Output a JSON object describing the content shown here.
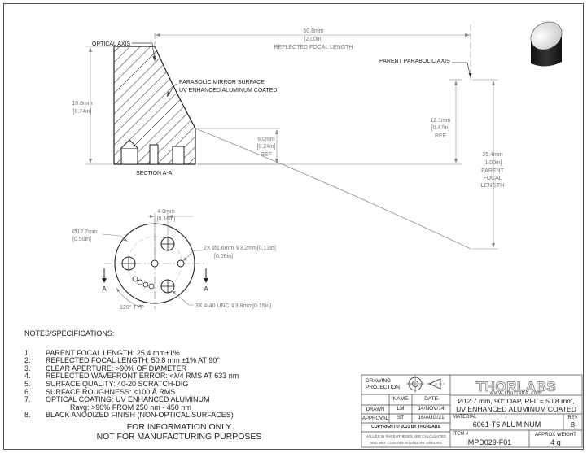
{
  "section_view": {
    "optical_axis_label": "OPTICAL AXIS",
    "mirror_label_line1": "PARABOLIC MIRROR SURFACE",
    "mirror_label_line2": "UV ENHANCED ALUMINUM COATED",
    "height_mm": "18.8mm",
    "height_in": "[0.74in]",
    "ref_mm": "6.0mm",
    "ref_in": "[0.24in]",
    "ref_tag": "REF",
    "section_label": "SECTION A-A"
  },
  "focal_dims": {
    "reflected_mm": "50.8mm",
    "reflected_in": "[2.00in]",
    "reflected_label": "REFLECTED FOCAL LENGTH",
    "parent_axis_label": "PARENT PARABOLIC AXIS",
    "offset_mm": "12.1mm",
    "offset_in": "[0.47in]",
    "offset_tag": "REF",
    "parent_mm": "25.4mm",
    "parent_in": "[1.00in]",
    "parent_label_1": "PARENT",
    "parent_label_2": "FOCAL",
    "parent_label_3": "LENGTH"
  },
  "bottom_view": {
    "spacing_mm": "4.0mm",
    "spacing_in": "[0.16in]",
    "diameter_mm": "Ø12.7mm",
    "diameter_in": "[0.50in]",
    "pin_holes": "2X  Ø1.6mm ⊽3.2mm[0.13in]",
    "pin_holes_in": "[0.06in]",
    "angle": "120° TYP",
    "tapped_holes": "3X 4-40 UNC ⊽3.8mm[0.15in]",
    "section_a_left": "A",
    "section_a_right": "A"
  },
  "notes": {
    "title": "NOTES/SPECIFICATIONS:",
    "items": [
      {
        "num": "1.",
        "text": "PARENT FOCAL LENGTH: 25.4 mm±1%"
      },
      {
        "num": "2.",
        "text": "REFLECTED FOCAL LENGTH: 50.8 mm ±1% AT 90°"
      },
      {
        "num": "3.",
        "text": "CLEAR APERTURE: >90% OF DIAMETER"
      },
      {
        "num": "4.",
        "text": "REFLECTED WAVEFRONT ERROR: <λ/4 RMS AT 633 nm"
      },
      {
        "num": "5.",
        "text": "SURFACE QUALITY: 40-20 SCRATCH-DIG"
      },
      {
        "num": "6.",
        "text": "SURFACE ROUGHNESS: <100 Å RMS"
      },
      {
        "num": "7.",
        "text": "OPTICAL COATING: UV ENHANCED ALUMINUM"
      }
    ],
    "item7_cont": "Ravg: >90% FROM 250 nm - 450 nm",
    "item8_num": "8.",
    "item8_text": "BLACK ANODIZED FINISH (NON-OPTICAL SURFACES)"
  },
  "disclaimer": {
    "line1": "FOR INFORMATION ONLY",
    "line2": "NOT FOR MANUFACTURING PURPOSES"
  },
  "title_block": {
    "projection_1": "DRAWING",
    "projection_2": "PROJECTION",
    "logo": "THORLABS",
    "website": "www.thorlabs.com",
    "name_hdr": "NAME",
    "date_hdr": "DATE",
    "drawn_lbl": "DRAWN",
    "drawn_name": "LM",
    "drawn_date": "14/NOV/14",
    "approval_lbl": "APPROVAL",
    "approval_name": "ST",
    "approval_date": "16/AUG/21",
    "copyright": "COPYRIGHT © 2021 BY THORLABS",
    "values_note_1": "VALUES IN PARENTHESES ARE CALCULATED",
    "values_note_2": "AND MAY CONTAIN ROUNDOFF ERRORS",
    "description_1": "Ø12.7 mm, 90° OAP, RFL = 50.8 mm,",
    "description_2": "UV ENHANCED ALUMINUM COATED",
    "material_lbl": "MATERIAL",
    "material": "6061-T6 ALUMINUM",
    "rev_lbl": "REV",
    "rev": "B",
    "item_lbl": "ITEM #",
    "item": "MPD029-F01",
    "weight_lbl": "APPROX WEIGHT",
    "weight": "4 g"
  },
  "colors": {
    "line": "#333333",
    "gray_line": "#888888",
    "logo_gray": "#999999"
  }
}
